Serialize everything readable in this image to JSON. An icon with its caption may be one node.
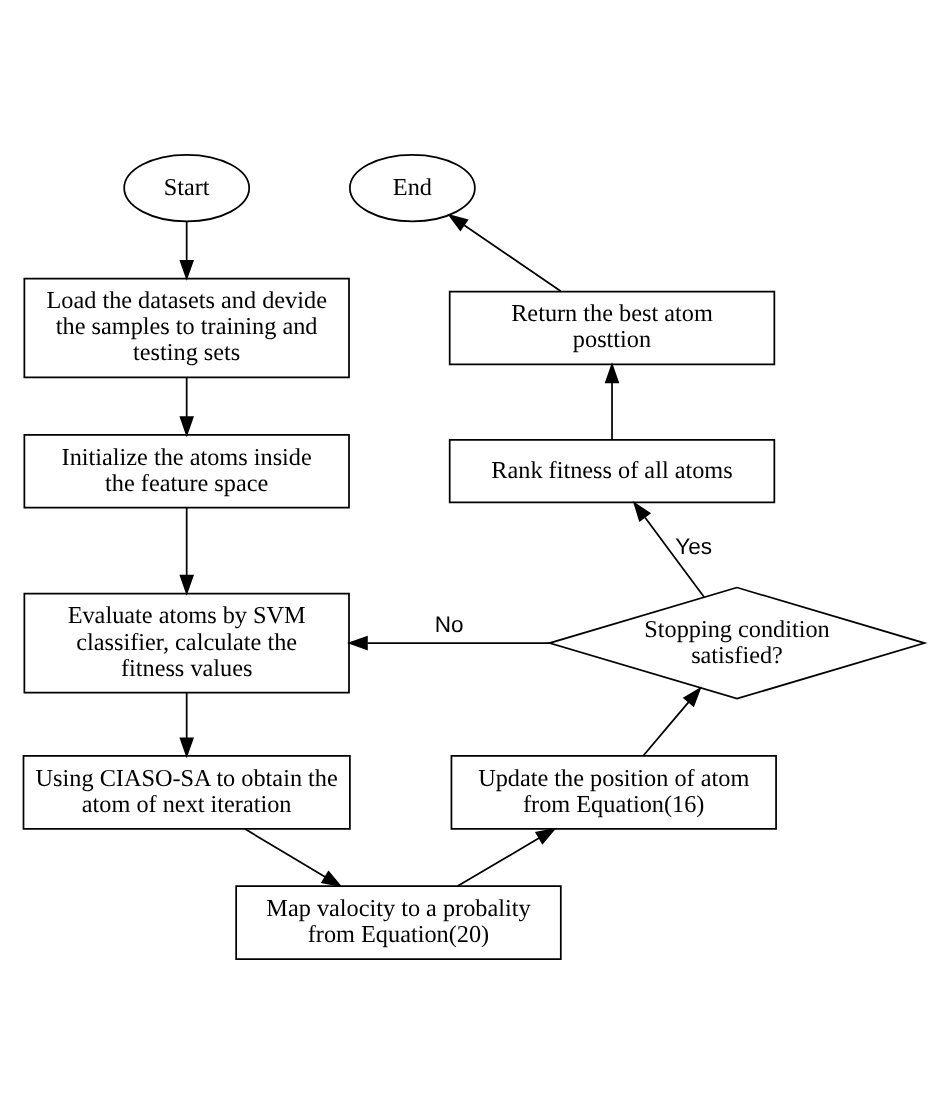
{
  "diagram": {
    "nodes": [
      {
        "text": [
          "Start"
        ]
      },
      {
        "text": [
          "Load the datasets and devide the samples to training and testing sets"
        ]
      },
      {
        "text": [
          "Initialize the atoms inside the feature space"
        ]
      },
      {
        "text": [
          "Evaluate atoms by SVM classifier, calculate the fitness values"
        ]
      },
      {
        "text": [
          "Using CIASO-SA to obtain the atom of next iteration"
        ]
      },
      {
        "text": [
          "Map valocity to a probality from Equation(20)"
        ]
      },
      {
        "text": [
          "Update the position of atom from Equation(16)"
        ]
      },
      {
        "text": [
          "Stopping condition satisfied?"
        ]
      },
      {
        "text": [
          "Rank fitness of all atoms"
        ]
      },
      {
        "text": [
          "Return the best atom posttion"
        ]
      },
      {
        "text": [
          "End"
        ]
      }
    ],
    "edges": [
      {
        "from": 0,
        "to": 1,
        "arrow": "to"
      },
      {
        "from": 1,
        "to": 2,
        "arrow": "to"
      },
      {
        "from": 2,
        "to": 3,
        "arrow": "to"
      },
      {
        "from": 3,
        "to": 4,
        "arrow": "to"
      },
      {
        "from": 4,
        "to": 5,
        "arrow": "to"
      },
      {
        "from": 5,
        "to": 6,
        "arrow": "to"
      },
      {
        "from": 6,
        "to": 7,
        "arrow": "to"
      },
      {
        "from": 7,
        "to": 3,
        "arrow": "to",
        "label": "No"
      },
      {
        "from": 7,
        "to": 8,
        "arrow": "to",
        "label": "Yes"
      },
      {
        "from": 8,
        "to": 9,
        "arrow": "to"
      },
      {
        "from": 9,
        "to": 10,
        "arrow": "to"
      }
    ]
  }
}
